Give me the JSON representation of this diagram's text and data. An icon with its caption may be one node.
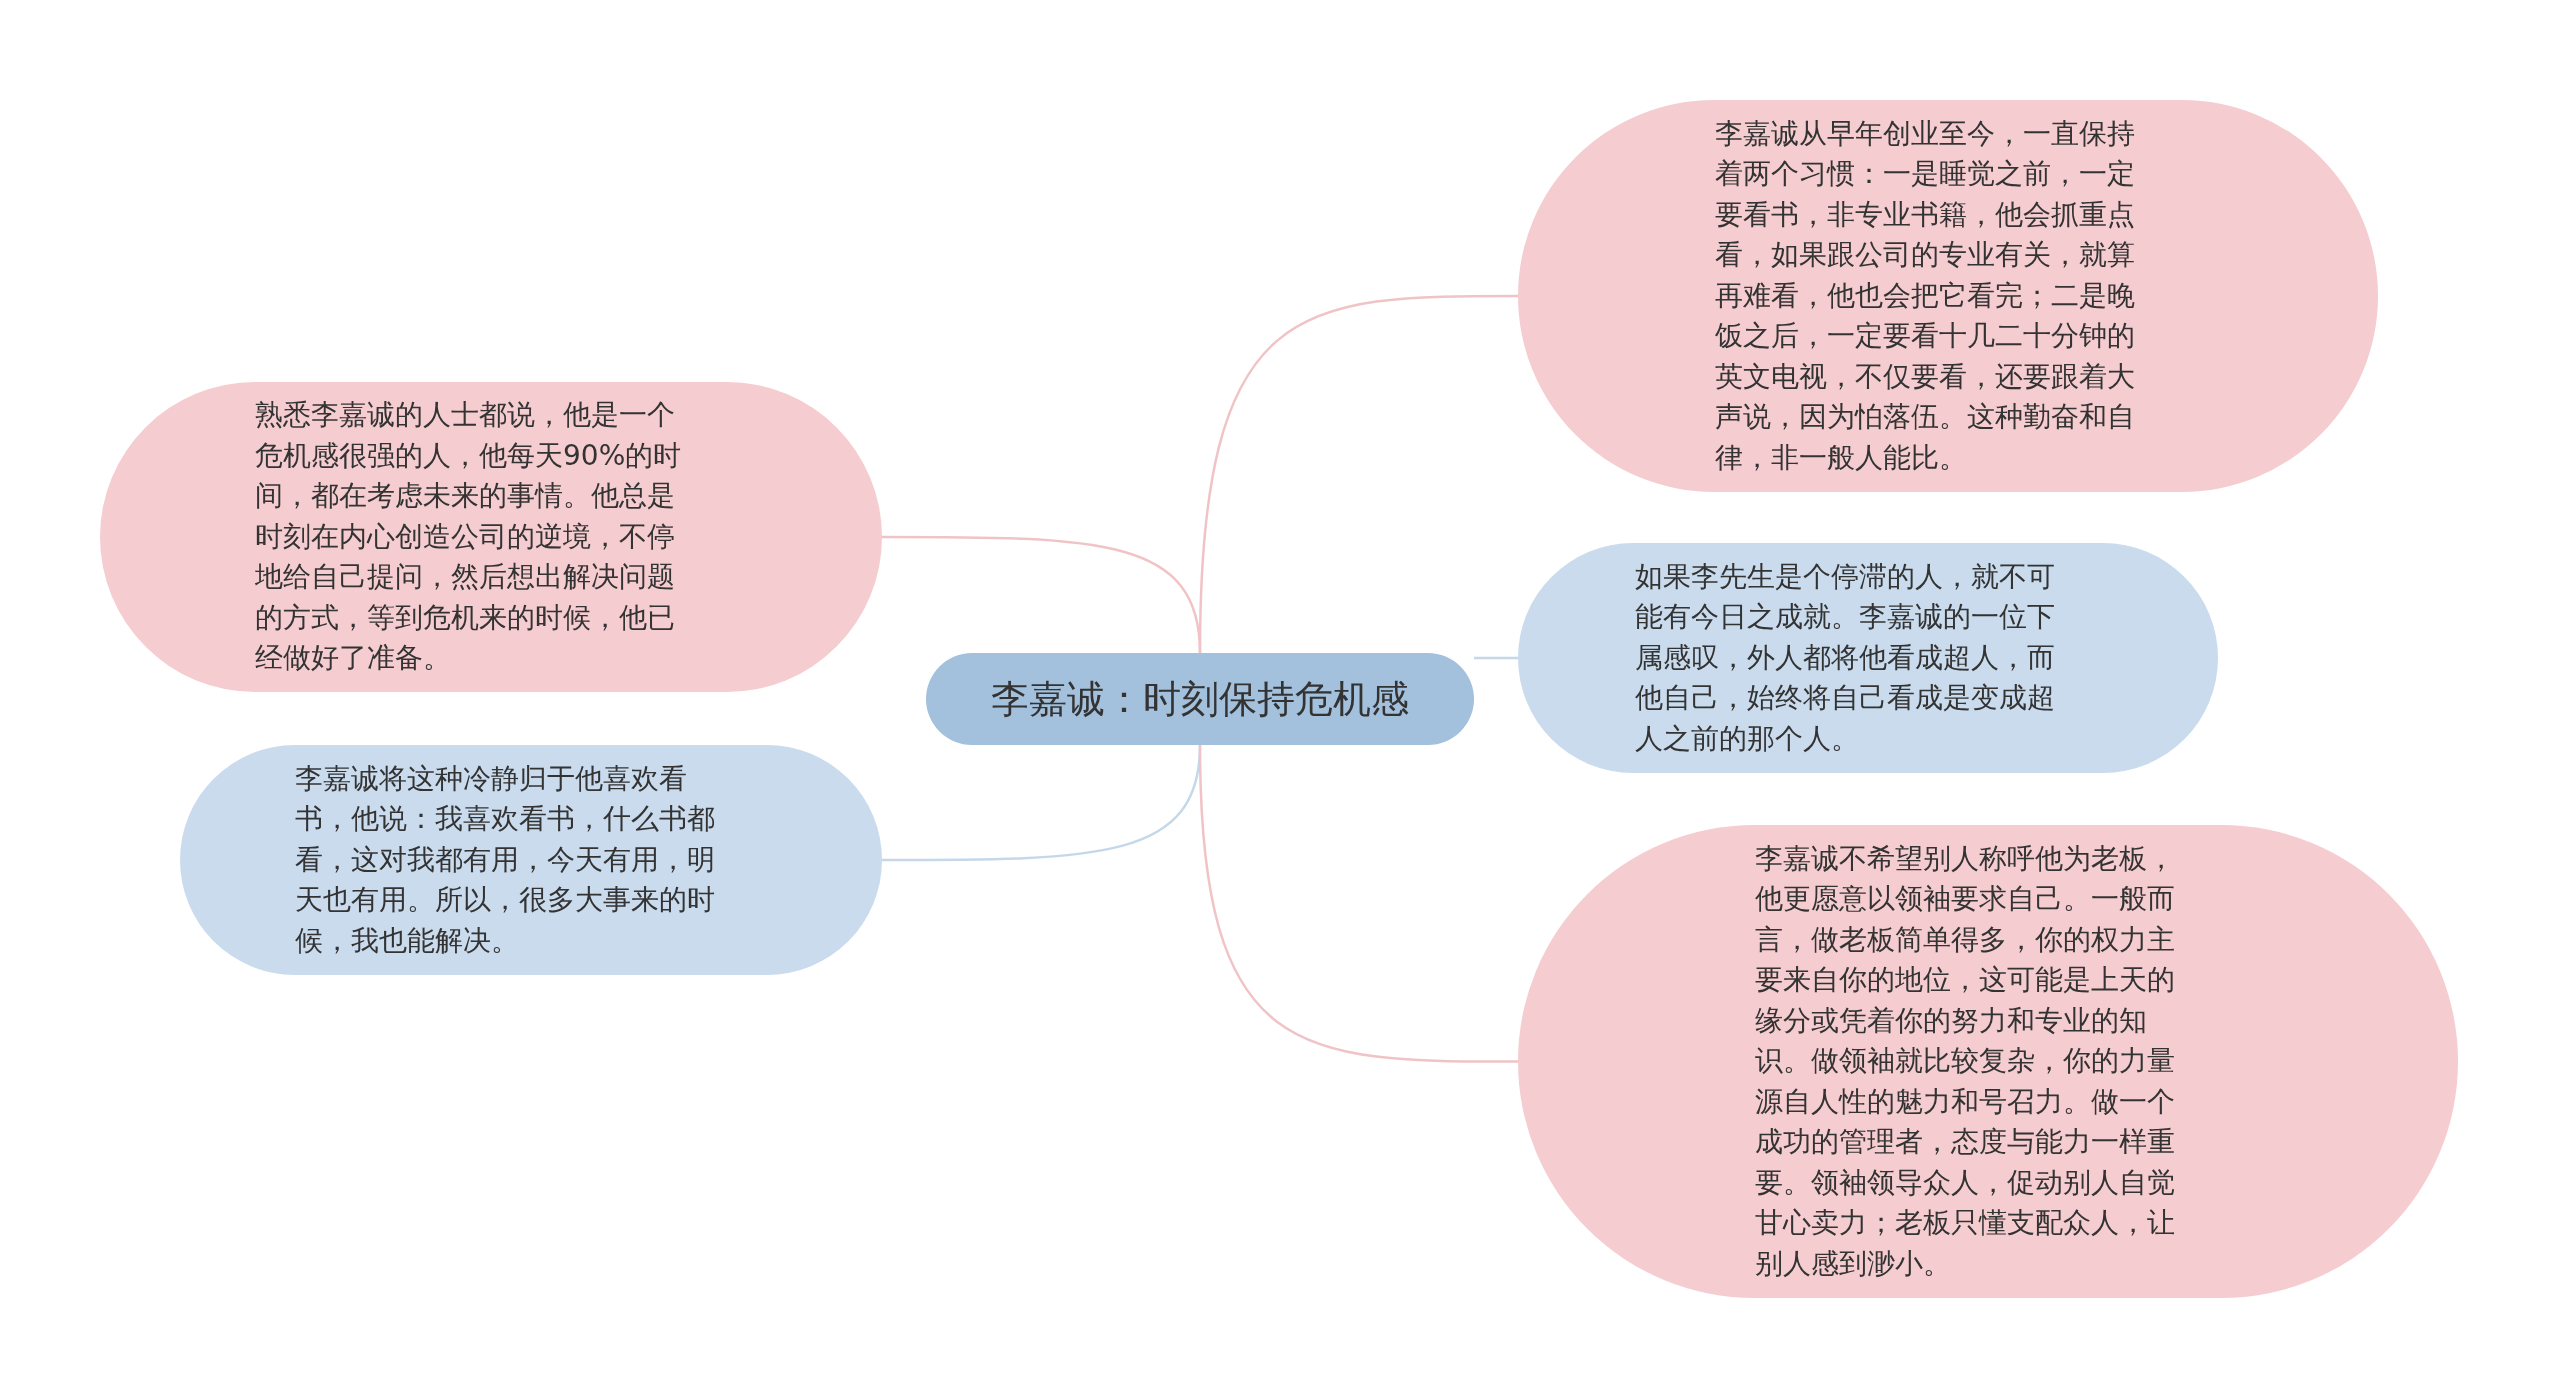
{
  "diagram": {
    "nodes": [
      {
        "text": [
          "李嘉诚：时刻保持危机感"
        ]
      },
      {
        "text": [
          "熟悉李嘉诚的人士都说，他是一个危机感很强的人，他每天90%的时间，都在考虑未来的事情。他总是时刻在内心创造公司的逆境，不停地给自己提问，然后想出解决问题的方式，等到危机来的时候，他已经做好了准备。"
        ]
      },
      {
        "text": [
          "李嘉诚将这种冷静归于他喜欢看书，他说：我喜欢看书，什么书都看，这对我都有用，今天有用，明天也有用。所以，很多大事来的时候，我也能解决。"
        ]
      },
      {
        "text": [
          "李嘉诚从早年创业至今，一直保持着两个习惯：一是睡觉之前，一定要看书，非专业书籍，他会抓重点看，如果跟公司的专业有关，就算再难看，他也会把它看完；二是晚饭之后，一定要看十几二十分钟的英文电视，不仅要看，还要跟着大声说，因为怕落伍。这种勤奋和自律，非一般人能比。"
        ]
      },
      {
        "text": [
          "如果李先生是个停滞的人，就不可能有今日之成就。李嘉诚的一位下属感叹，外人都将他看成超人，而他自己，始终将自己看成是变成超人之前的那个人。"
        ]
      },
      {
        "text": [
          "李嘉诚不希望别人称呼他为老板，他更愿意以领袖要求自己。一般而言，做老板简单得多，你的权力主要来自你的地位，这可能是上天的缘分或凭着你的努力和专业的知识。做领袖就比较复杂，你的力量源自人性的魅力和号召力。做一个成功的管理者，态度与能力一样重要。领袖领导众人，促动别人自觉甘心卖力；老板只懂支配众人，让别人感到渺小。"
        ]
      }
    ],
    "edges": [
      {
        "from": 0,
        "to": 1,
        "arrow": "none"
      },
      {
        "from": 0,
        "to": 2,
        "arrow": "none",
        "color": "#c5d8ea"
      },
      {
        "from": 0,
        "to": 3,
        "arrow": "none"
      },
      {
        "from": 0,
        "to": 4,
        "arrow": "none",
        "color": "#c5d8ea"
      },
      {
        "from": 0,
        "to": 5,
        "arrow": "none"
      }
    ]
  }
}
